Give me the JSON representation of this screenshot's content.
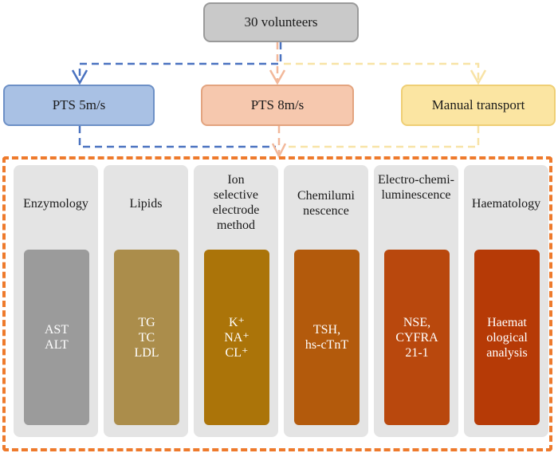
{
  "top": {
    "label": "30 volunteers"
  },
  "groups": [
    {
      "label": "PTS 5m/s",
      "color": "#a9c1e4",
      "arrow_color": "#4a72c0"
    },
    {
      "label": "PTS 8m/s",
      "color": "#f6c8ae",
      "arrow_color": "#f2b89a"
    },
    {
      "label": "Manual transport",
      "color": "#fbe5a2",
      "arrow_color": "#f8e3a6"
    }
  ],
  "frame_color": "#ee7a2c",
  "columns": [
    {
      "title": "Enzymology",
      "content": "AST\nALT",
      "color": "#9b9b9b"
    },
    {
      "title": "Lipids",
      "content": "TG\nTC\nLDL",
      "color": "#ab8d4b"
    },
    {
      "title": "Ion\nselective\nelectrode\nmethod",
      "content": "K⁺\nNA⁺\nCL⁺",
      "color": "#ab7409"
    },
    {
      "title": "Chemilumi\nnescence",
      "content": "TSH,\nhs-cTnT",
      "color": "#b35a0c"
    },
    {
      "title": "Electro-chemi-\nluminescence",
      "content": "NSE,\nCYFRA\n21-1",
      "color": "#b9480d"
    },
    {
      "title": "Haematology",
      "content": "Haemat\nological\nanalysis",
      "color": "#b63a06"
    }
  ]
}
